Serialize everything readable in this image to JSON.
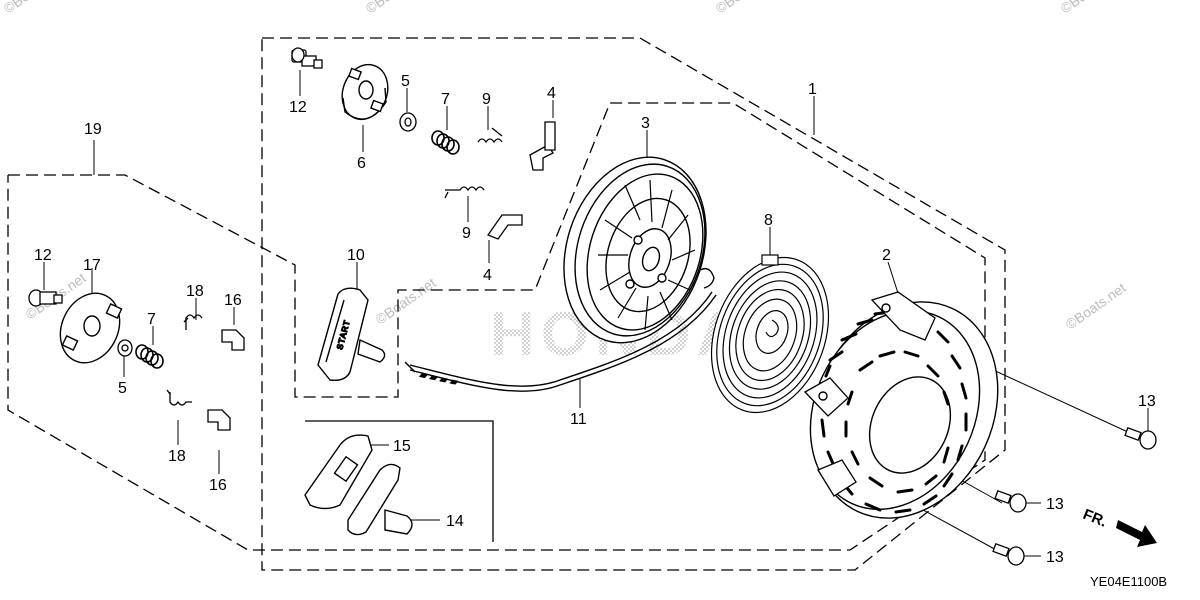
{
  "diagram_code": "YE04E1100B",
  "direction_label": "FR.",
  "brand_watermark": "HONDA",
  "handle_text": "START",
  "watermark_text": "©Boats.net",
  "callouts": {
    "c1": "1",
    "c2": "2",
    "c3": "3",
    "c4a": "4",
    "c4b": "4",
    "c5a": "5",
    "c5b": "5",
    "c6": "6",
    "c7a": "7",
    "c7b": "7",
    "c8": "8",
    "c9a": "9",
    "c9b": "9",
    "c10": "10",
    "c11": "11",
    "c12a": "12",
    "c12b": "12",
    "c13a": "13",
    "c13b": "13",
    "c13c": "13",
    "c14": "14",
    "c15": "15",
    "c16a": "16",
    "c16b": "16",
    "c17": "17",
    "c18a": "18",
    "c18b": "18",
    "c19": "19"
  }
}
